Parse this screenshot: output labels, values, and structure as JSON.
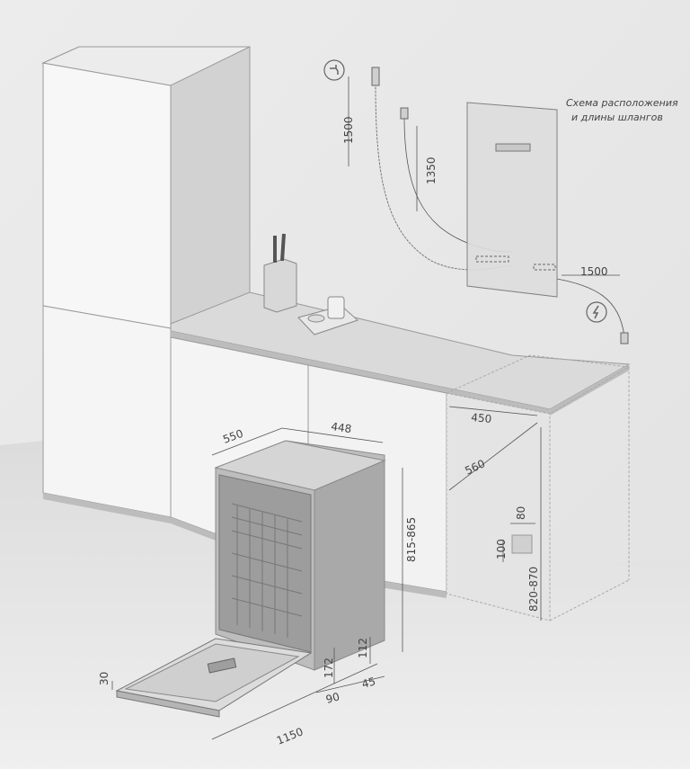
{
  "note": {
    "line1": "Схема расположения",
    "line2": "и длины шлангов"
  },
  "hoses": {
    "drain_length": "1500",
    "inlet_length": "1350",
    "power_length": "1500"
  },
  "dishwasher": {
    "width": "448",
    "depth": "550",
    "height": "815-865",
    "door_open_depth": "1150",
    "plinth_height": "112",
    "door_edge": "172",
    "door_thickness": "30",
    "toe_kick": "90",
    "gap": "45"
  },
  "niche": {
    "width": "450",
    "depth": "560",
    "height": "820-870",
    "service_height": "100",
    "service_depth": "80"
  },
  "icons": [
    "water-tap-icon",
    "power-icon"
  ]
}
